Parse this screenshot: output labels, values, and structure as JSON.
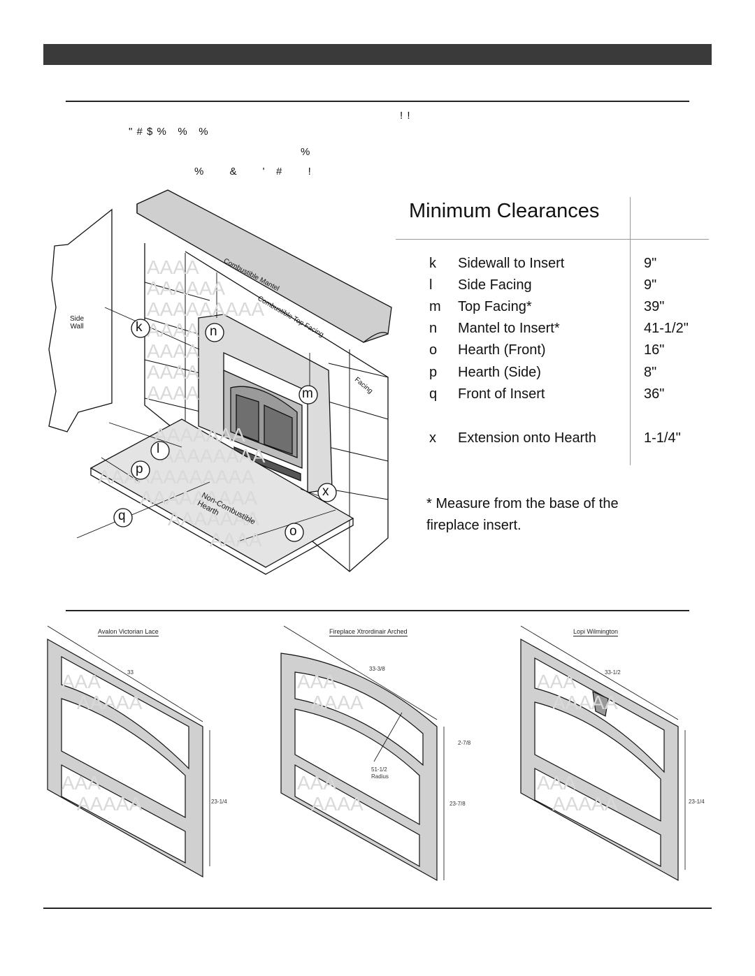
{
  "intro_garbled": [
    "! !",
    "\" # $ %   %   %",
    "%",
    "%       &       '   #       !"
  ],
  "clearances": {
    "title": "Minimum Clearances",
    "rows": [
      {
        "key": "k",
        "label": "Sidewall to Insert",
        "value": "9\""
      },
      {
        "key": "l",
        "label": "Side Facing",
        "value": "9\""
      },
      {
        "key": "m",
        "label": "Top Facing*",
        "value": "39\""
      },
      {
        "key": "n",
        "label": "Mantel to Insert*",
        "value": "41-1/2\""
      },
      {
        "key": "o",
        "label": "Hearth (Front)",
        "value": "16\""
      },
      {
        "key": "p",
        "label": "Hearth (Side)",
        "value": "8\""
      },
      {
        "key": "q",
        "label": "Front of Insert",
        "value": "36\""
      },
      {
        "key": "x",
        "label": "Extension onto Hearth",
        "value": "1-1/4\""
      }
    ],
    "note": "* Measure from the base of the fireplace insert."
  },
  "diagram": {
    "side_wall_label": "Side\nWall",
    "mantel_label": "Combustible Mantel",
    "top_facing_label": "Combustible Top Facing",
    "facing_label": "Facing",
    "hearth_label": "Non-Combustible Hearth",
    "callouts": [
      "k",
      "n",
      "m",
      "l",
      "p",
      "x",
      "q",
      "o"
    ]
  },
  "faces": [
    {
      "name": "Avalon Victorian Lace",
      "width": "33",
      "height": "23-1/4"
    },
    {
      "name": "Fireplace Xtrordinair Arched",
      "width": "33-3/8",
      "arch": "2-7/8",
      "radius_value": "51-1/2",
      "radius_label": "Radius",
      "height": "23-7/8"
    },
    {
      "name": "Lopi Wilmington",
      "width": "33-1/2",
      "height": "23-1/4"
    }
  ],
  "colors": {
    "top_bar": "#3a3a3a",
    "panel_gray": "#d4d4d4",
    "line": "#111111"
  }
}
